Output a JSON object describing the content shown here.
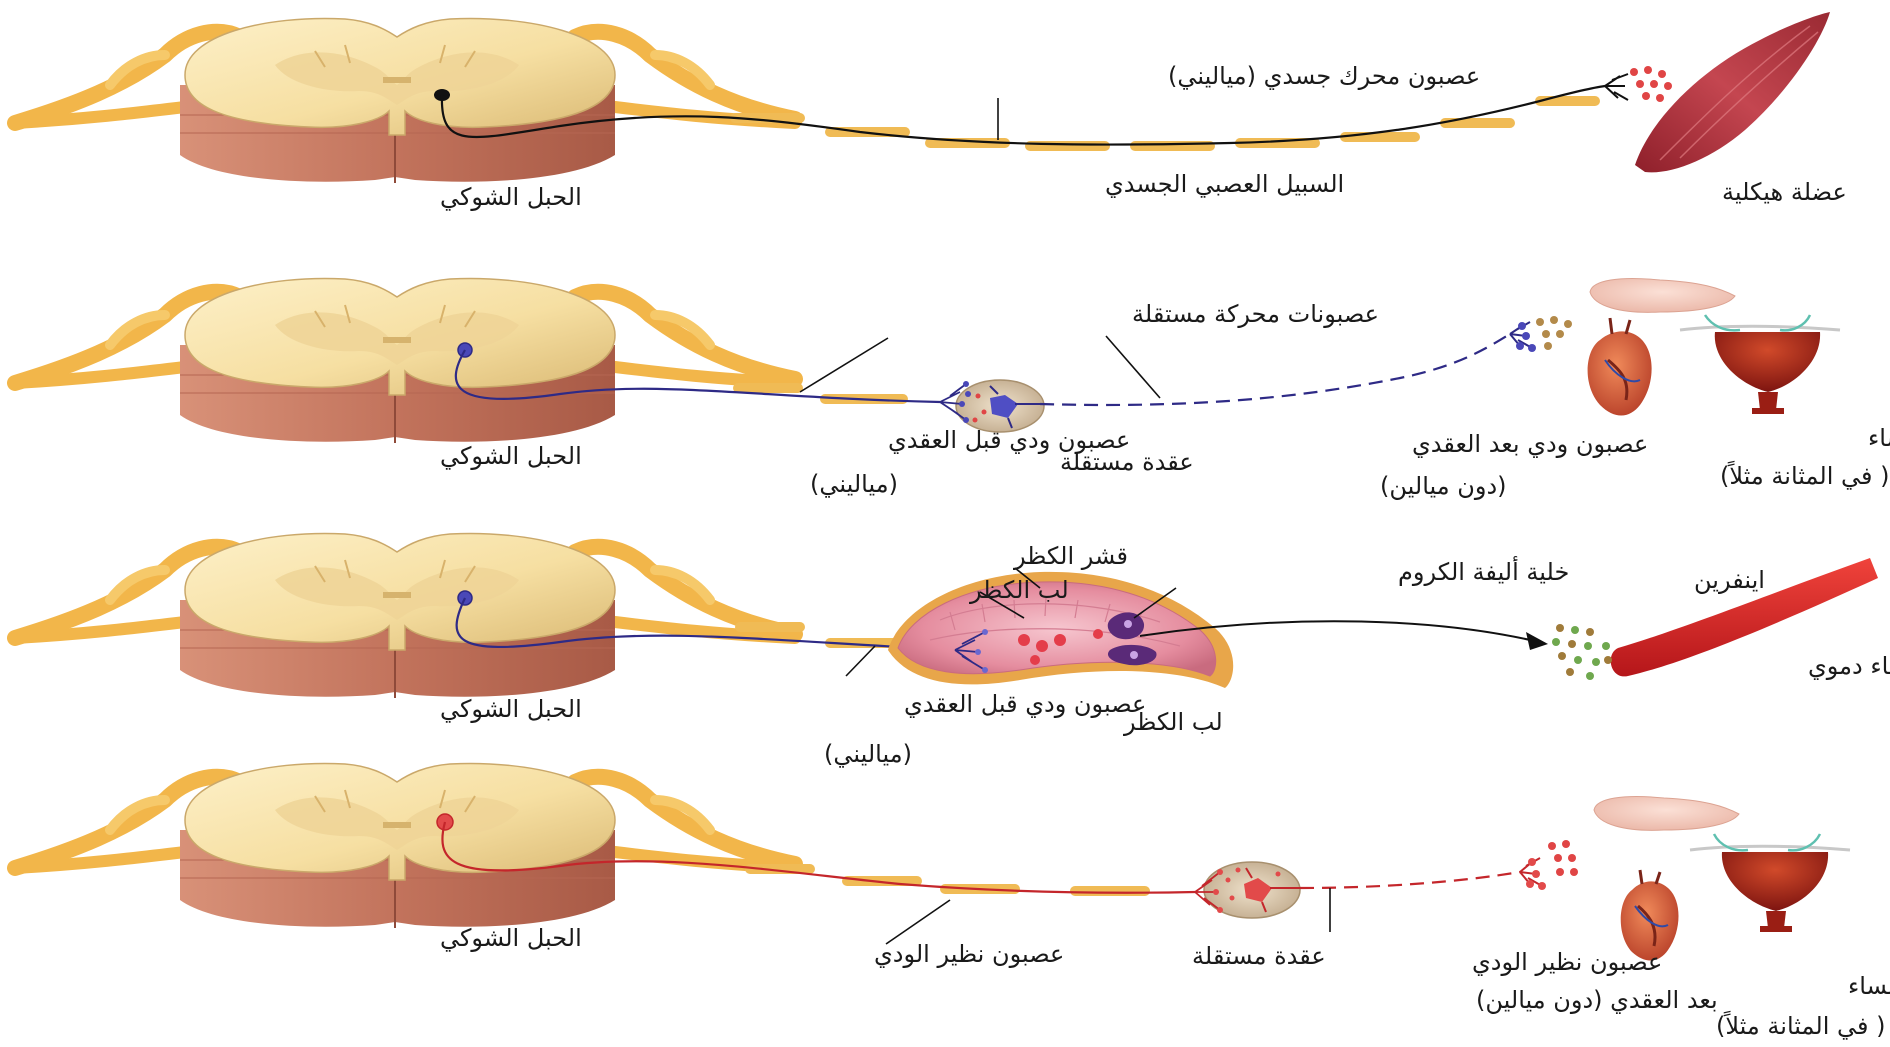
{
  "colors": {
    "cord_light": "#fbe6ad",
    "cord_shade": "#e4c782",
    "cord_side": "#c97d66",
    "nerve_root": "#f2b64a",
    "myelin": "#f0bb55",
    "somatic_axon": "#111111",
    "sympathetic_axon": "#2e2a86",
    "parasympathetic_axon": "#c4262b",
    "muscle": "#b3373f",
    "vessel": "#e22b28"
  },
  "panels": [
    {
      "cord_label": "الحبل الشوكي",
      "labels": {
        "neuron": "عصبون محرك جسدي (ميا‌ليني)",
        "pathway": "السبيل العصبي الجسدي",
        "target": "عضلة هيكلية"
      }
    },
    {
      "cord_label": "الحبل الشوكي",
      "labels": {
        "title": "عصبونات محركة مستقلة",
        "pre_line1": "عصبون ودي قبل العقدي",
        "pre_line2": "(مياليني)",
        "ganglion": "عقدة مستقلة",
        "post_line1": "عصبون ودي بعد العقدي",
        "post_line2": "(دون ميالين)",
        "target_line1": "غدد ، عضلة قلبية وعضلة ملساء",
        "target_line2": "( في المثانة مثلاً)"
      }
    },
    {
      "cord_label": "الحبل الشوكي",
      "labels": {
        "cortex": "قشر الكظر",
        "medulla_top": "لب الكظر",
        "chromaffin": "خلية أليفة الكروم",
        "epinephrine": "اينفرين",
        "vessel": "وعاء دموي",
        "pre_line1": "عصبون ودي قبل العقدي",
        "pre_line2": "(مياليني)",
        "medulla_bottom": "لب الكظر"
      }
    },
    {
      "cord_label": "الحبل الشوكي",
      "labels": {
        "pre": "عصبون نظير الودي",
        "ganglion": "عقدة مستقلة",
        "post_line1": "عصبون نظير الودي",
        "post_line2": "بعد العقدي (دون ميالين)",
        "target_line1": "غدد وعضلة قلبية وعضلة ملساء",
        "target_line2": "( في المثانة مثلاً)"
      }
    }
  ]
}
